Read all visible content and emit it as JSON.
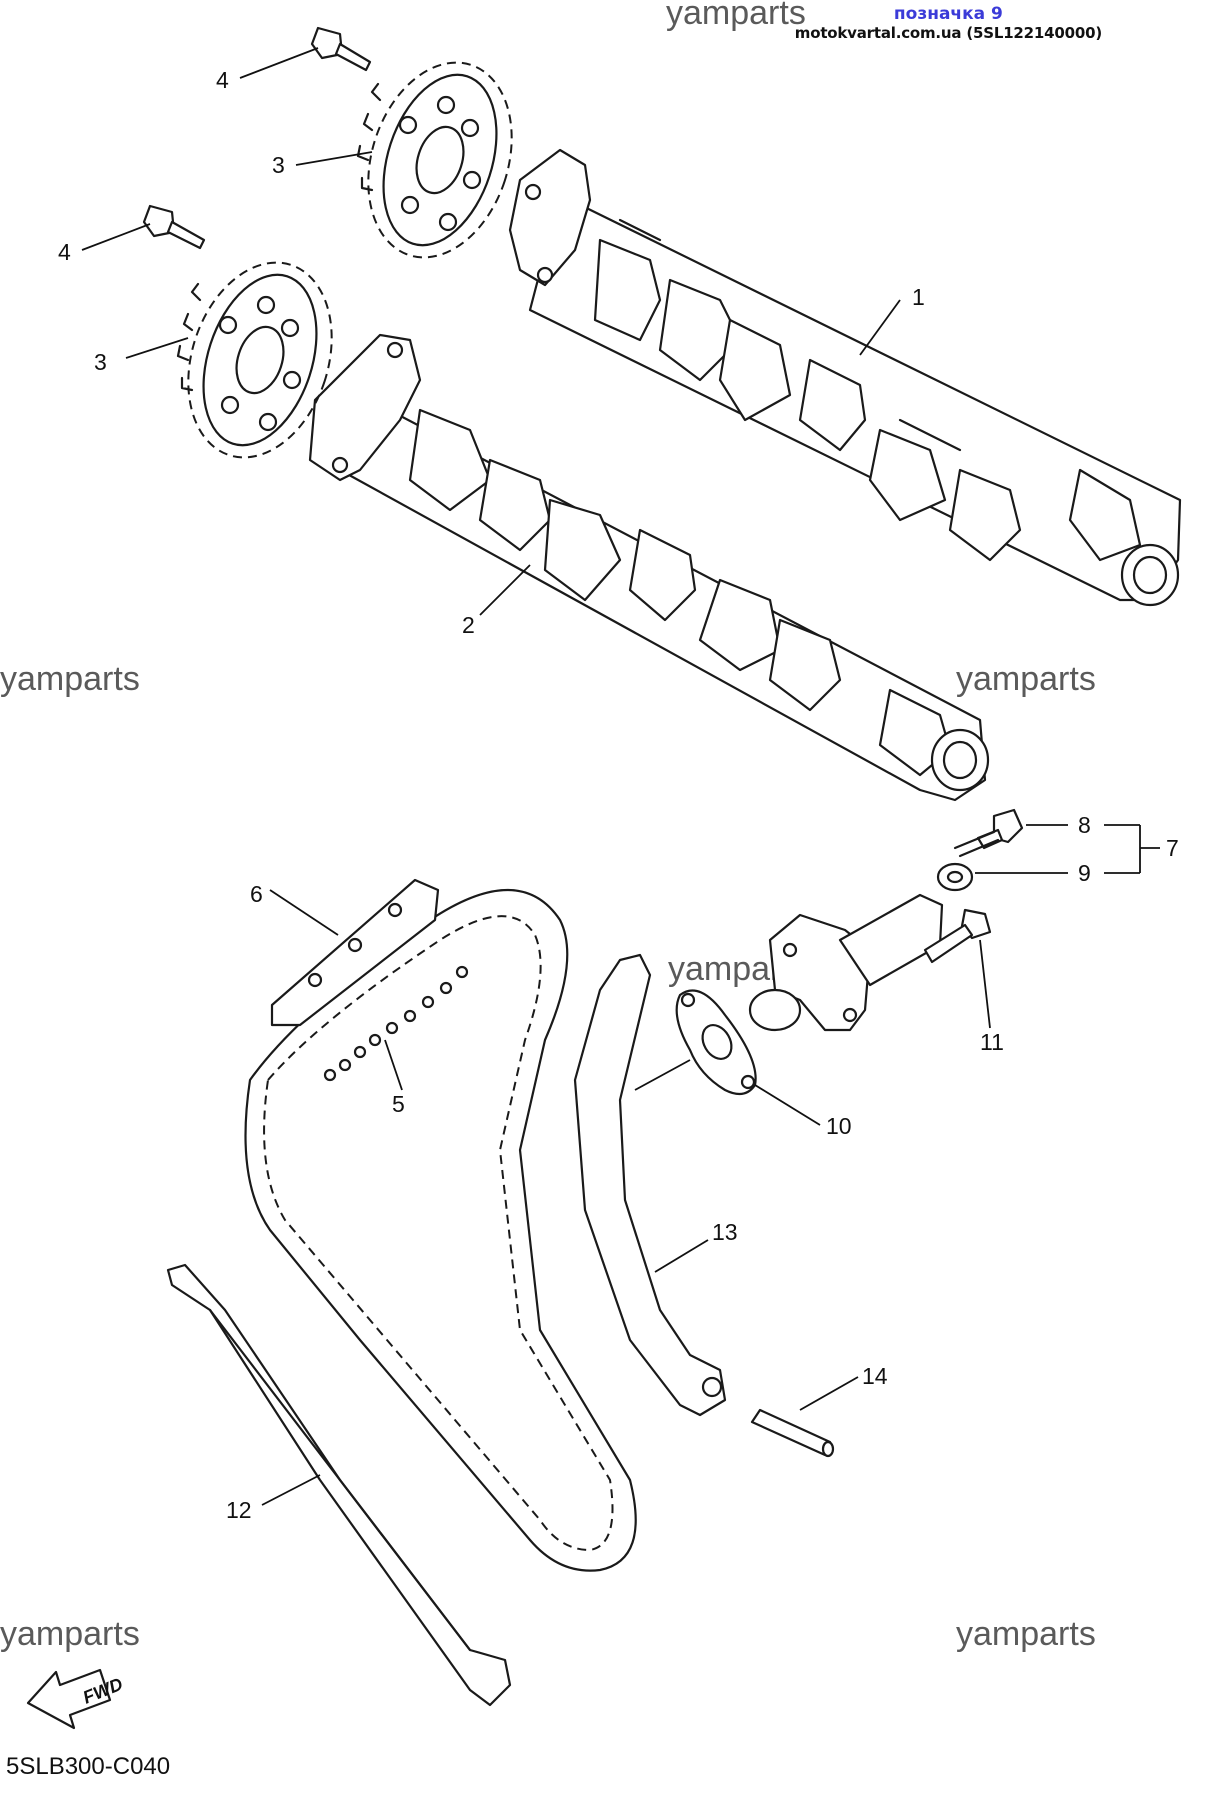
{
  "header": {
    "watermark": "yamparts",
    "badge_title": "позначка 9",
    "badge_source": "motokvartal.com.ua (5SL122140000)"
  },
  "watermarks": [
    "yamparts",
    "yamparts",
    "yamparts",
    "yamparts",
    "yamparts",
    "yamparts"
  ],
  "callouts": [
    "1",
    "2",
    "3",
    "3",
    "4",
    "4",
    "5",
    "6",
    "7",
    "8",
    "9",
    "10",
    "11",
    "12",
    "13",
    "14"
  ],
  "footer": {
    "fwd_label": "FWD",
    "diagram_code": "5SLB300-C040"
  }
}
